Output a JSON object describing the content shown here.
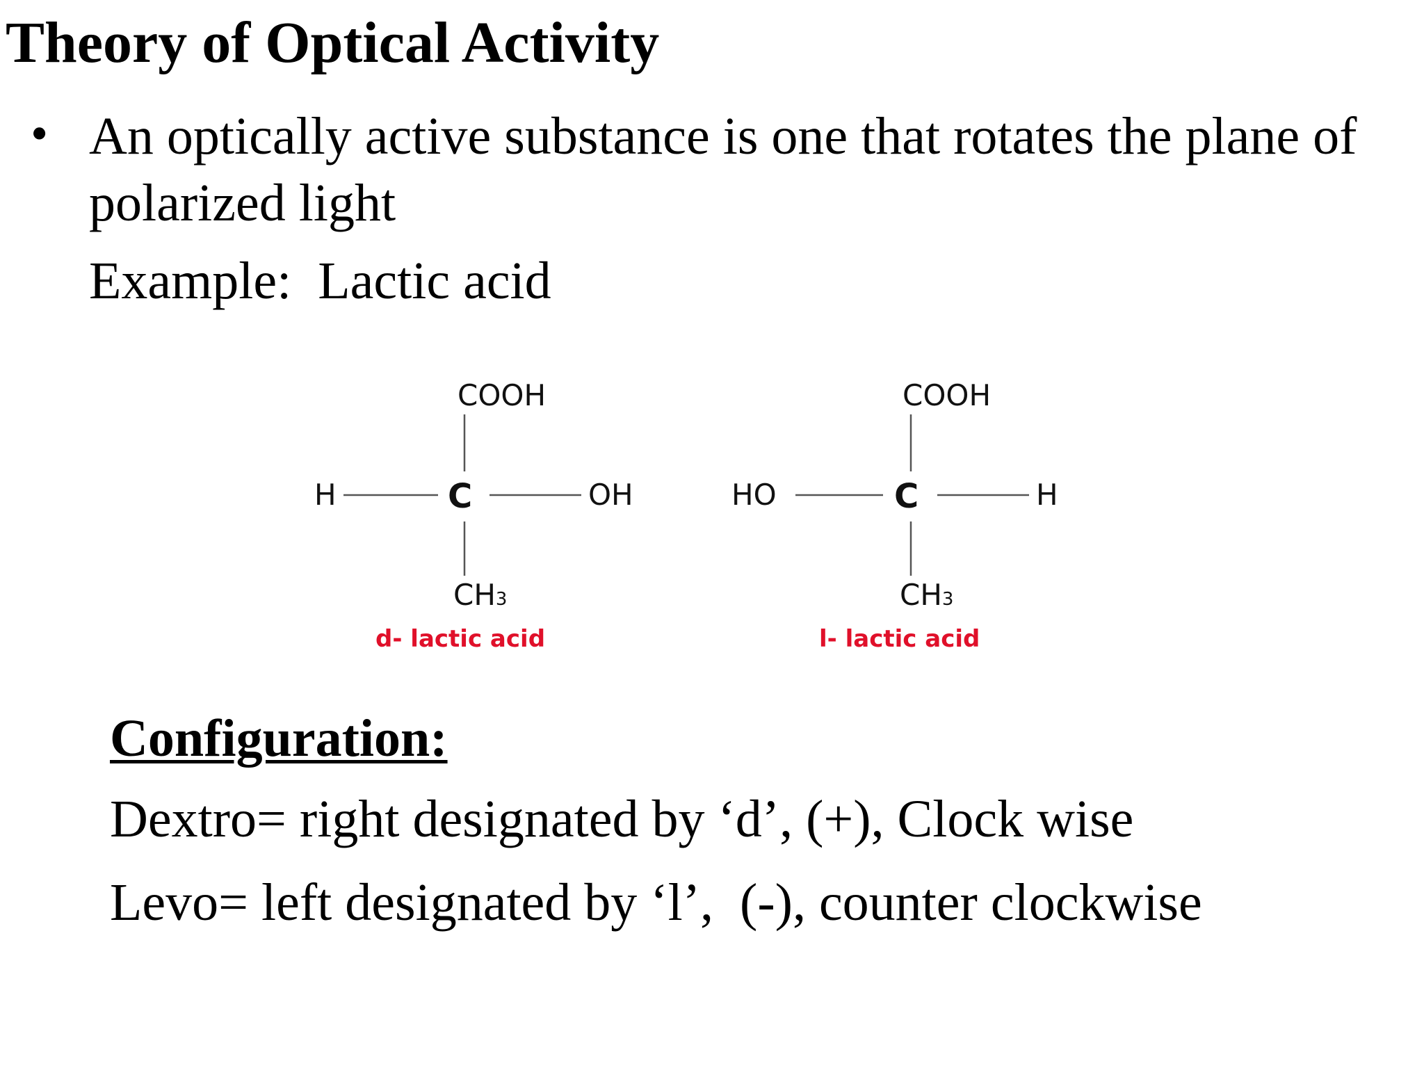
{
  "slide": {
    "title": "Theory of Optical Activity",
    "bullet": "An optically active substance is one that rotates the plane of polarized light",
    "example": "Example:  Lactic acid",
    "configuration": {
      "heading": "Configuration:",
      "dextro": "Dextro= right designated by ‘d’, (+), Clock wise",
      "levo": "Levo= left designated by ‘l’,  (-), counter clockwise"
    }
  },
  "structures": {
    "d": {
      "top": "COOH",
      "left": "H",
      "center": "C",
      "right": "OH",
      "bottom": "CH",
      "bottom_sub": "3",
      "name": "d- lactic acid"
    },
    "l": {
      "top": "COOH",
      "left": "HO",
      "center": "C",
      "right": "H",
      "bottom": "CH",
      "bottom_sub": "3",
      "name": "l- lactic acid"
    }
  },
  "colors": {
    "text": "#000000",
    "structure_name": "#e0102a",
    "bond": "#555555"
  }
}
